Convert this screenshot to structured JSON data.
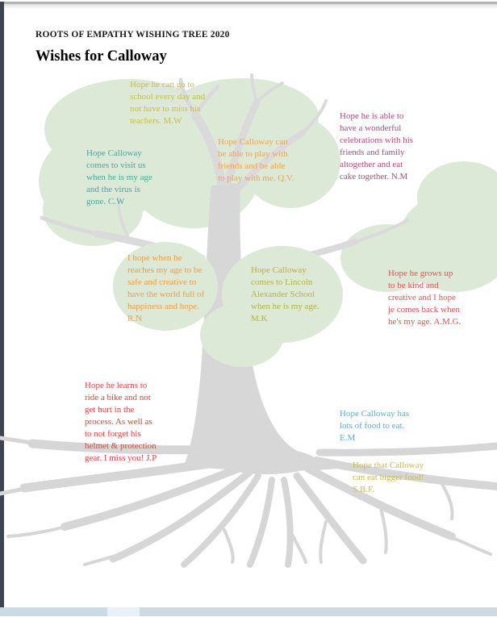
{
  "document": {
    "kicker": "ROOTS OF EMPATHY WISHING TREE 2020",
    "title": "Wishes for Calloway"
  },
  "wishes": [
    {
      "id": "mw",
      "text": "Hope he can go to\nschool every day and\nnot have to miss his\nteachers. M.W",
      "color": "#c9bc45"
    },
    {
      "id": "cw",
      "text": "Hope Calloway\ncomes to visit us\nwhen he is my age\nand the virus is\ngone. C.W",
      "color": "#42a8a0"
    },
    {
      "id": "qv",
      "text": "Hope Calloway can\nbe able to play with\nfriends and be able\nto play with me. Q.V.",
      "color": "#f3a246"
    },
    {
      "id": "nm",
      "text": "Hope he is able to\nhave a wonderful\ncelebrations with his\nfriends and family\naltogether and eat\ncake together. N.M",
      "color": "#b24a7c"
    },
    {
      "id": "rn",
      "text": "I hope when he\nreaches my age to be\nsafe and creative to\nhave the world full of\nhappiness and hope.\nR.N",
      "color": "#f09b3f"
    },
    {
      "id": "mk",
      "text": "Hope Calloway\ncomes to Lincoln\nAlexander School\nwhen he is my age.\nM.K",
      "color": "#b7b13d"
    },
    {
      "id": "amg",
      "text": "Hope he grows up\nto be kind and\ncreative and I hope\nje comes back when\nhe's my age. A.M.G.",
      "color": "#e55150"
    },
    {
      "id": "jp",
      "text": "Hope he learns to\nride a bike and not\nget hurt in the\nprocess. As well as\nto not forget his\nhelmet & protection\ngear. I miss you! J.P",
      "color": "#ea3e3b"
    },
    {
      "id": "em",
      "text": "Hope Calloway has\nlots of food to eat.\nE.M",
      "color": "#58b1d0"
    },
    {
      "id": "sbf",
      "text": "Hope that Calloway\ncan eat bigger food!\nS.B.F.",
      "color": "#c8bd4a"
    }
  ],
  "colors": {
    "foliage": "#dde9d7",
    "trunk": "#d7d7d7",
    "branch": "#dadada",
    "root": "#d6d6d6",
    "left-edge": "#3e4450",
    "top-line": "#b3b3b3",
    "scroll-track": "#c9dce6",
    "scroll-thumb": "#e8f1f5",
    "scroll-track2": "#ccdae3",
    "ink": "#1a1a1a"
  }
}
